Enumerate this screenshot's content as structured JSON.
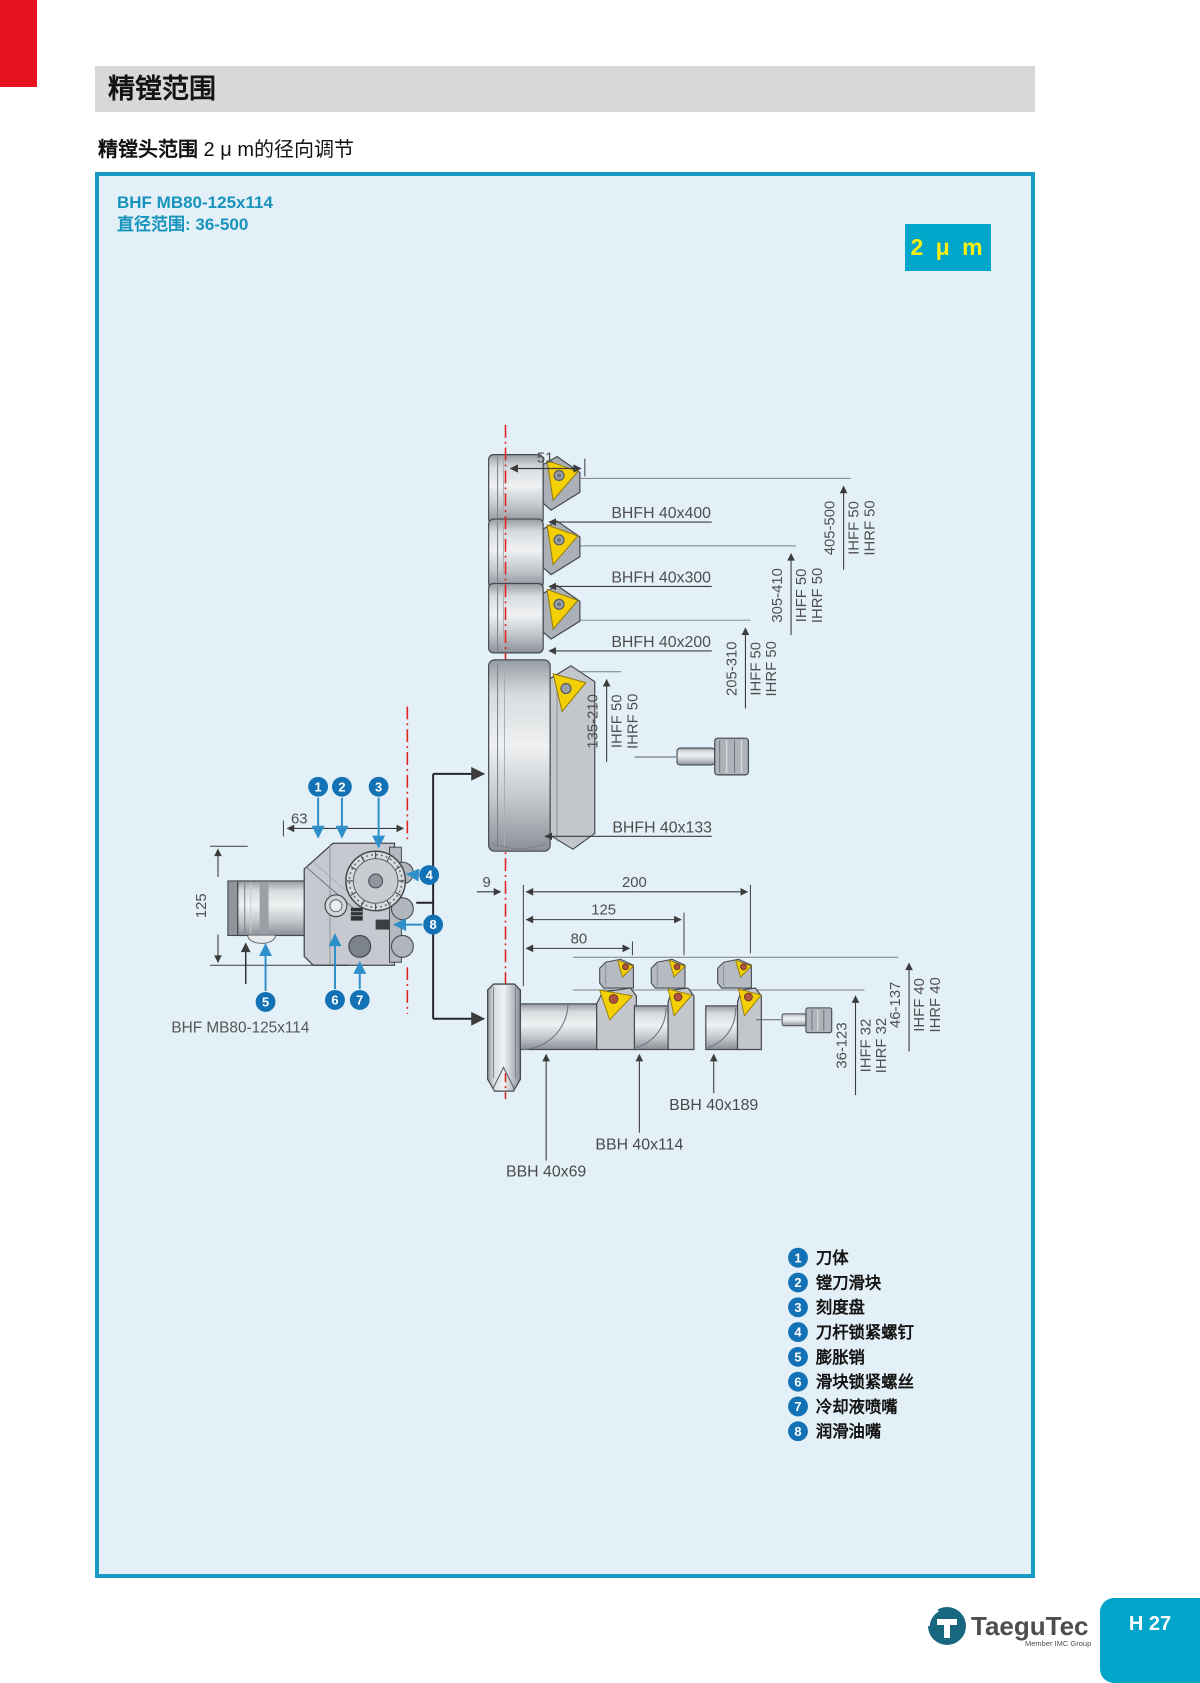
{
  "page": {
    "title": "精镗范围",
    "subtitle_bold": "精镗头范围",
    "subtitle_rest": " 2 μ m的径向调节"
  },
  "panel": {
    "model": "BHF MB80-125x114",
    "diameter_range": "直径范围:  36-500",
    "badge": "2 μ m"
  },
  "diagram": {
    "dims": {
      "d51": "51",
      "d63": "63",
      "d125_head": "125",
      "d9": "9",
      "d200": "200",
      "d125": "125",
      "d80": "80"
    },
    "upper_tools": [
      "BHFH 40x400",
      "BHFH 40x300",
      "BHFH 40x200",
      "BHFH 40x133"
    ],
    "upper_ranges": [
      {
        "range": "405-500",
        "f": "IHFF 50",
        "r": "IHRF 50"
      },
      {
        "range": "305-410",
        "f": "IHFF 50",
        "r": "IHRF 50"
      },
      {
        "range": "205-310",
        "f": "IHFF 50",
        "r": "IHRF 50"
      },
      {
        "range": "135-210",
        "f": "IHFF 50",
        "r": "IHRF 50"
      }
    ],
    "lower_ranges": [
      {
        "range": "36-123",
        "f": "IHFF 32",
        "r": "IHRF 32"
      },
      {
        "range": "46-137",
        "f": "IHFF 40",
        "r": "IHRF 40"
      }
    ],
    "lower_tools": [
      "BBH 40x69",
      "BBH 40x114",
      "BBH 40x189"
    ],
    "head_label": "BHF MB80-125x114"
  },
  "legend": {
    "items": [
      {
        "num": "1",
        "label": "刀体"
      },
      {
        "num": "2",
        "label": "镗刀滑块"
      },
      {
        "num": "3",
        "label": "刻度盘"
      },
      {
        "num": "4",
        "label": "刀杆锁紧螺钉"
      },
      {
        "num": "5",
        "label": "膨胀销"
      },
      {
        "num": "6",
        "label": "滑块锁紧螺丝"
      },
      {
        "num": "7",
        "label": "冷却液喷嘴"
      },
      {
        "num": "8",
        "label": "润滑油嘴"
      }
    ]
  },
  "footer": {
    "brand": "TaeguTec",
    "tagline": "Member IMC Group",
    "page_no": "H 27"
  }
}
